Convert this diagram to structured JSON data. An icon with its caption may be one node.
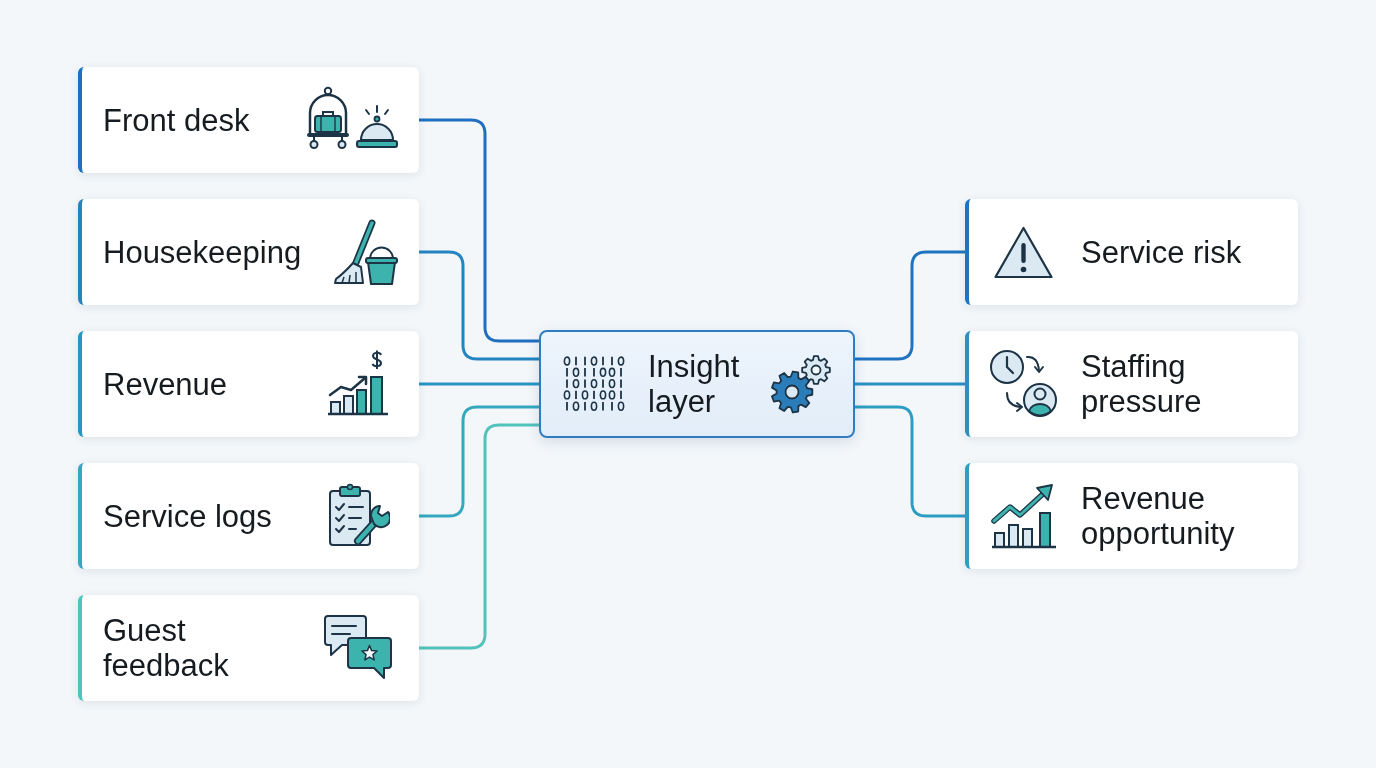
{
  "diagram": {
    "nodes": [
      {
        "text": [
          "Front desk"
        ]
      },
      {
        "text": [
          "Housekeeping"
        ]
      },
      {
        "text": [
          "Revenue"
        ]
      },
      {
        "text": [
          "Service logs"
        ]
      },
      {
        "text": [
          "Guest feedback"
        ]
      },
      {
        "text": [
          "Insight layer"
        ]
      },
      {
        "text": [
          "Service risk"
        ]
      },
      {
        "text": [
          "Staffing pressure"
        ]
      },
      {
        "text": [
          "Revenue opportunity"
        ]
      }
    ],
    "edges": [
      {
        "from": 0,
        "to": 5,
        "arrow": "none",
        "color": "#1f6ebf"
      },
      {
        "from": 1,
        "to": 5,
        "arrow": "none",
        "color": "#2384c0"
      },
      {
        "from": 2,
        "to": 5,
        "arrow": "none",
        "color": "#2a95c3"
      },
      {
        "from": 3,
        "to": 5,
        "arrow": "none",
        "color": "#35a8bf"
      },
      {
        "from": 4,
        "to": 5,
        "arrow": "none",
        "color": "#52c3bb"
      },
      {
        "from": 5,
        "to": 6,
        "arrow": "none",
        "color": "#1f73c0"
      },
      {
        "from": 5,
        "to": 7,
        "arrow": "none",
        "color": "#2891c2"
      },
      {
        "from": 5,
        "to": 8,
        "arrow": "none",
        "color": "#2e9dc2"
      }
    ]
  }
}
